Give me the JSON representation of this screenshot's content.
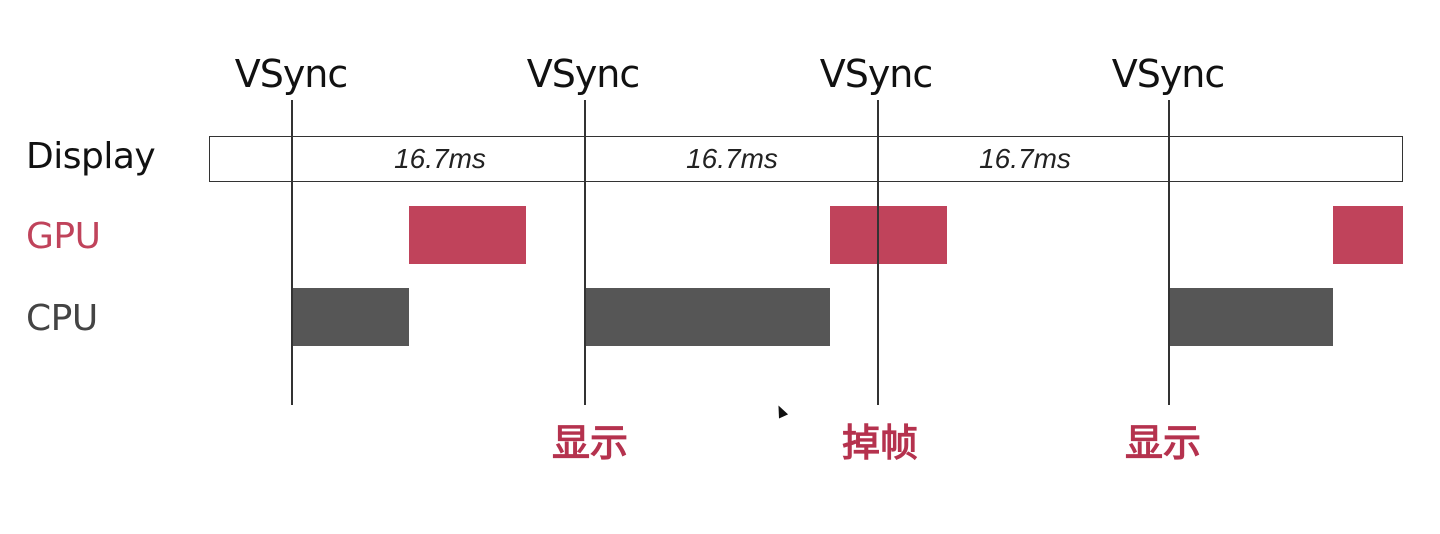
{
  "vsync": {
    "label": "VSync",
    "count": 4
  },
  "rows": {
    "display": {
      "label": "Display",
      "color": "#111111"
    },
    "gpu": {
      "label": "GPU",
      "color": "#c0435b"
    },
    "cpu": {
      "label": "CPU",
      "color": "#444444"
    }
  },
  "intervals": [
    "16.7ms",
    "16.7ms",
    "16.7ms"
  ],
  "bottom_labels": [
    "显示",
    "掉帧",
    "显示"
  ],
  "colors": {
    "gpu_block": "#c0435b",
    "cpu_block": "#565656",
    "accent_text": "#b5324e"
  }
}
